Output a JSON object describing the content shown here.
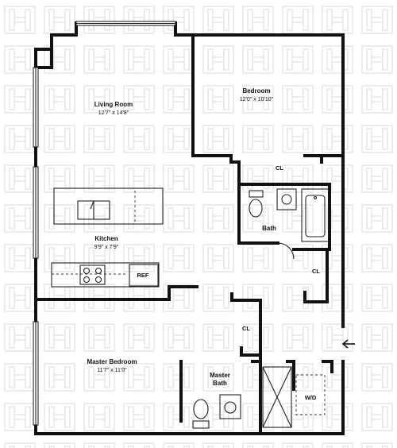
{
  "rooms": {
    "living_room": {
      "name": "Living Room",
      "dims": "12'7\" x 14'8\""
    },
    "bedroom": {
      "name": "Bedroom",
      "dims": "12'0\" x 10'10\""
    },
    "kitchen": {
      "name": "Kitchen",
      "dims": "9'9\" x 7'9\""
    },
    "master_bedroom": {
      "name": "Master Bedroom",
      "dims": "11'7\" x 11'0\""
    },
    "bath": {
      "name": "Bath"
    },
    "master_bath": {
      "line1": "Master",
      "line2": "Bath"
    }
  },
  "labels": {
    "closet_bedroom": "CL",
    "closet_hall": "CL",
    "closet_master": "CL",
    "refrigerator": "REF",
    "washer_dryer": "W/D"
  },
  "icons": {
    "entry": "entry-arrow-icon",
    "watermark": "h-watermark-icon"
  }
}
